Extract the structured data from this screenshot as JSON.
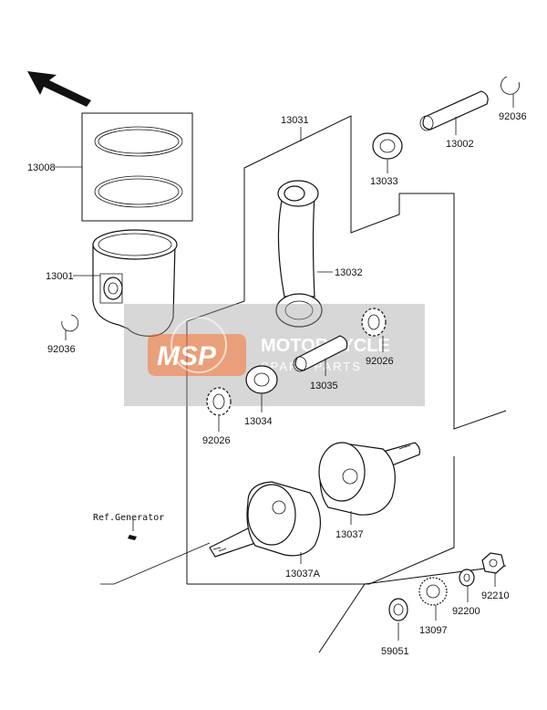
{
  "parts": {
    "p13008": "13008",
    "p13001": "13001",
    "p92036a": "92036",
    "p13031": "13031",
    "p13032": "13032",
    "p13033": "13033",
    "p13002": "13002",
    "p92036b": "92036",
    "p92026a": "92026",
    "p13035": "13035",
    "p13034": "13034",
    "p92026b": "92026",
    "p13037": "13037",
    "p13037A": "13037A",
    "p92210": "92210",
    "p92200": "92200",
    "p13097": "13097",
    "p59051": "59051"
  },
  "ref_generator": "Ref.Generator",
  "watermark": {
    "logo": "MSP",
    "title": "MOTORCYCLE",
    "subtitle": "SPARE PARTS"
  },
  "colors": {
    "watermark_band": "#9e9e9e",
    "logo_box": "#e8733a",
    "line": "#111111"
  },
  "icons": {
    "direction_arrow": "front-arrow-icon"
  }
}
